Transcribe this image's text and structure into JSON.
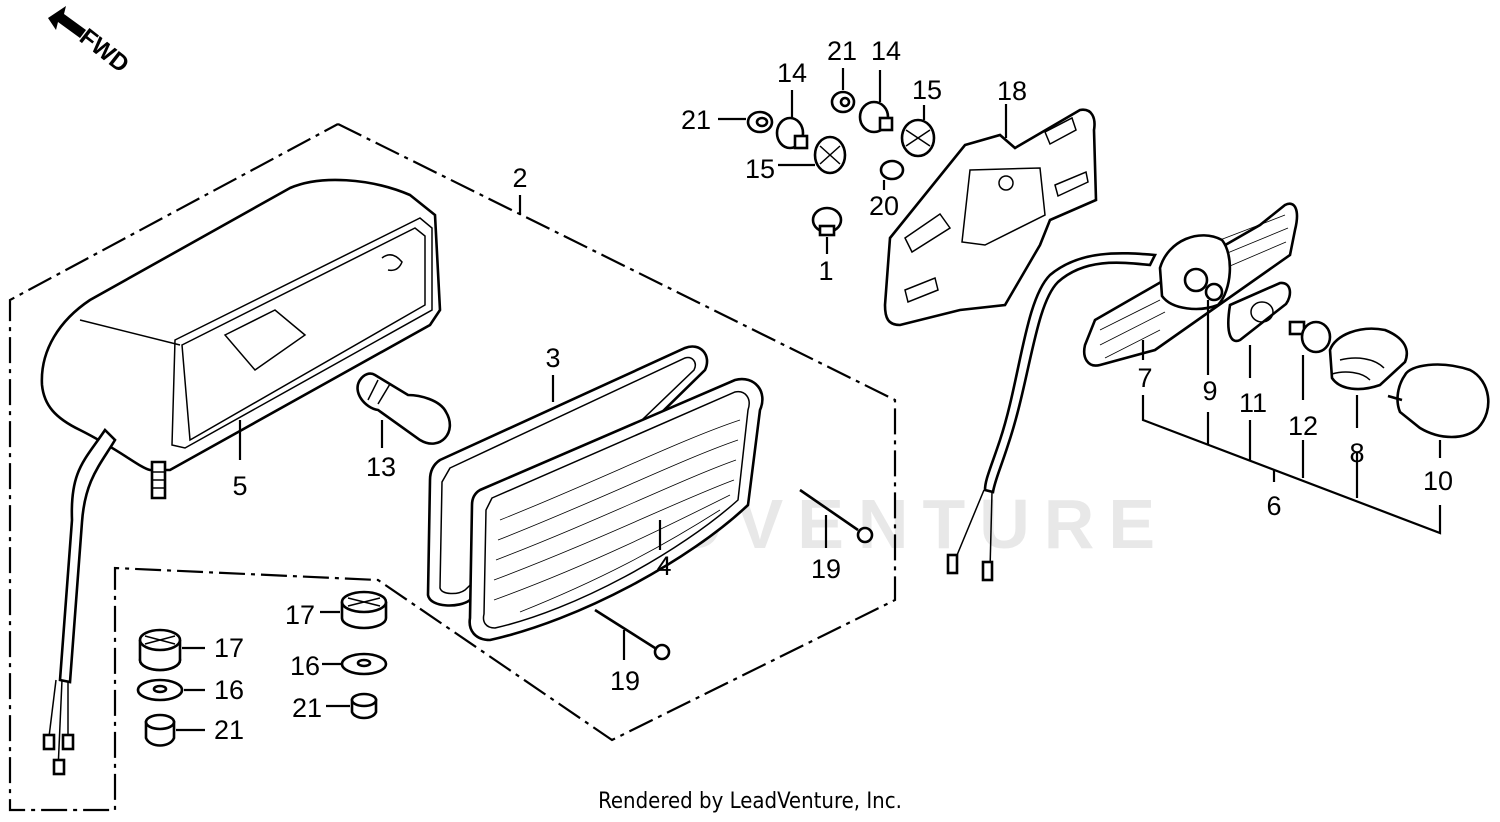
{
  "direction_label": "FWD",
  "footer": "Rendered by LeadVenture, Inc.",
  "watermark": "LEADVENTURE",
  "callouts": {
    "c1": "1",
    "c2": "2",
    "c3": "3",
    "c4": "4",
    "c5": "5",
    "c6": "6",
    "c7": "7",
    "c8": "8",
    "c9": "9",
    "c10": "10",
    "c11": "11",
    "c12": "12",
    "c13": "13",
    "c14a": "14",
    "c14b": "14",
    "c15a": "15",
    "c15b": "15",
    "c16a": "16",
    "c16b": "16",
    "c17a": "17",
    "c17b": "17",
    "c18": "18",
    "c19a": "19",
    "c19b": "19",
    "c20": "20",
    "c21a": "21",
    "c21b": "21",
    "c21c": "21",
    "c21d": "21"
  }
}
